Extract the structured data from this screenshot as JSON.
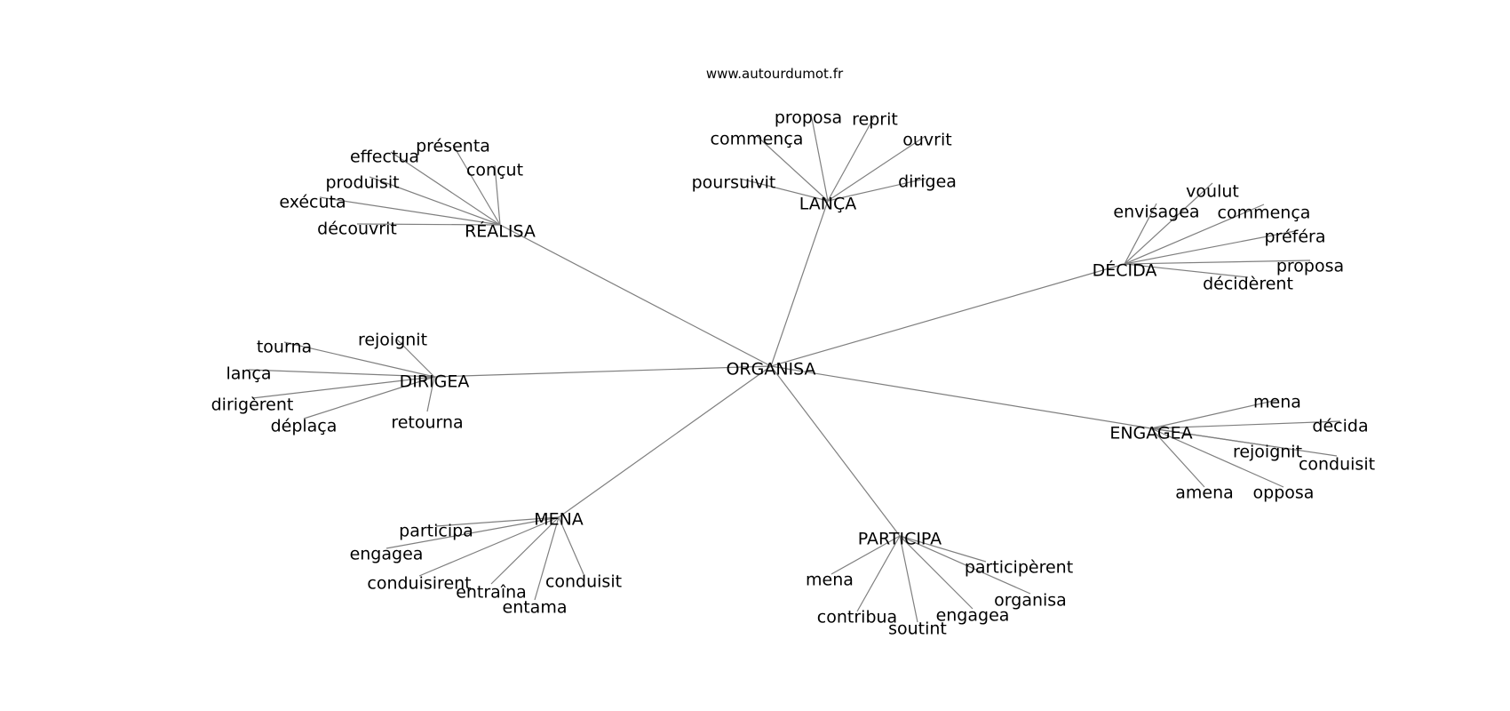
{
  "watermark": "www.autourdumot.fr",
  "colors": {
    "edge": "#7f7f7f",
    "text": "#000000",
    "background": "#ffffff"
  },
  "graph": {
    "center": "ORGANISA",
    "groups": [
      {
        "hub": "LANÇA",
        "leaves": [
          "proposa",
          "reprit",
          "commença",
          "ouvrit",
          "poursuivit",
          "dirigea"
        ]
      },
      {
        "hub": "RÉALISA",
        "leaves": [
          "présenta",
          "effectua",
          "conçut",
          "produisit",
          "exécuta",
          "découvrit"
        ]
      },
      {
        "hub": "DÉCIDA",
        "leaves": [
          "voulut",
          "envisagea",
          "commença",
          "préféra",
          "proposa",
          "décidèrent"
        ]
      },
      {
        "hub": "DIRIGEA",
        "leaves": [
          "rejoignit",
          "tourna",
          "lança",
          "dirigèrent",
          "déplaça",
          "retourna"
        ]
      },
      {
        "hub": "ENGAGEA",
        "leaves": [
          "mena",
          "décida",
          "rejoignit",
          "conduisit",
          "amena",
          "opposa"
        ]
      },
      {
        "hub": "MENA",
        "leaves": [
          "participa",
          "engagea",
          "conduisirent",
          "entraîna",
          "conduisit",
          "entama"
        ]
      },
      {
        "hub": "PARTICIPA",
        "leaves": [
          "participèrent",
          "mena",
          "organisa",
          "contribua",
          "engagea",
          "soutint"
        ]
      }
    ]
  }
}
